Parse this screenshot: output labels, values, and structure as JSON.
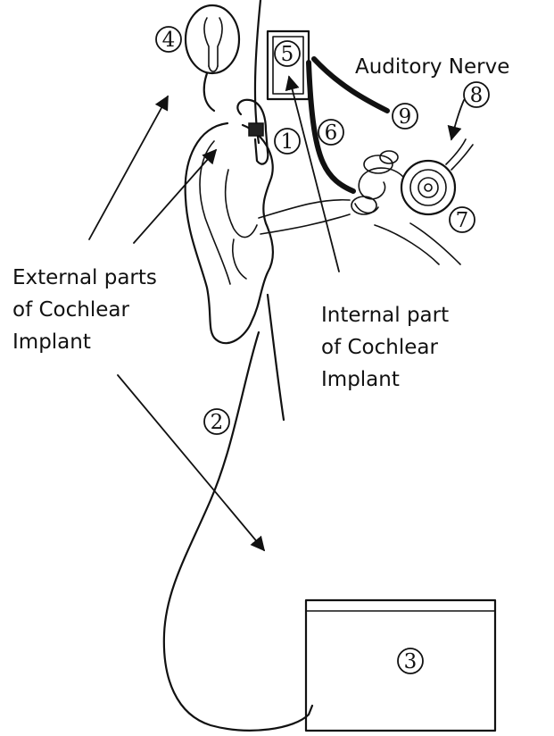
{
  "labels": {
    "auditory_nerve": "Auditory Nerve",
    "external": [
      "External parts",
      "of Cochlear",
      "Implant"
    ],
    "internal": [
      "Internal part",
      "of Cochlear",
      "Implant"
    ]
  },
  "callouts": [
    "1",
    "2",
    "3",
    "4",
    "5",
    "6",
    "7",
    "8",
    "9"
  ],
  "colors": {
    "ink": "#111111",
    "background": "#ffffff"
  }
}
